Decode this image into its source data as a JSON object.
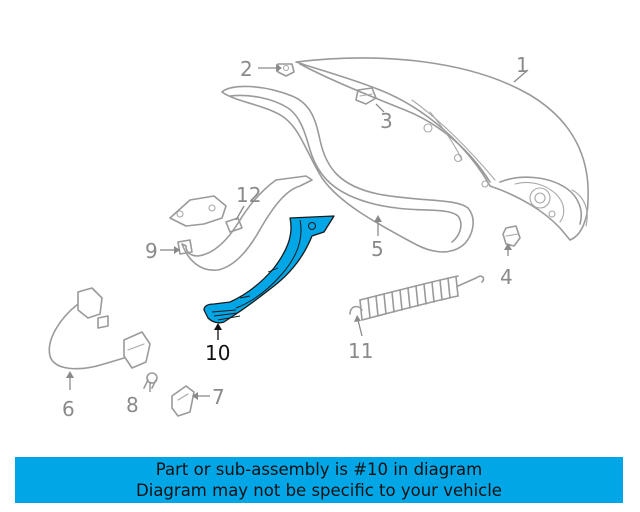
{
  "diagram": {
    "callouts": [
      {
        "id": "1",
        "label": "1"
      },
      {
        "id": "2",
        "label": "2"
      },
      {
        "id": "3",
        "label": "3"
      },
      {
        "id": "4",
        "label": "4"
      },
      {
        "id": "5",
        "label": "5"
      },
      {
        "id": "6",
        "label": "6"
      },
      {
        "id": "7",
        "label": "7"
      },
      {
        "id": "8",
        "label": "8"
      },
      {
        "id": "9",
        "label": "9"
      },
      {
        "id": "10",
        "label": "10"
      },
      {
        "id": "11",
        "label": "11"
      },
      {
        "id": "12",
        "label": "12"
      }
    ],
    "highlighted_part": "10",
    "highlight_color": "#00a6e6",
    "line_color": "#9a9a9a"
  },
  "banner": {
    "line1": "Part or sub-assembly is #10 in diagram",
    "line2": "Diagram may not be specific to your vehicle",
    "background": "#00a6e6"
  }
}
